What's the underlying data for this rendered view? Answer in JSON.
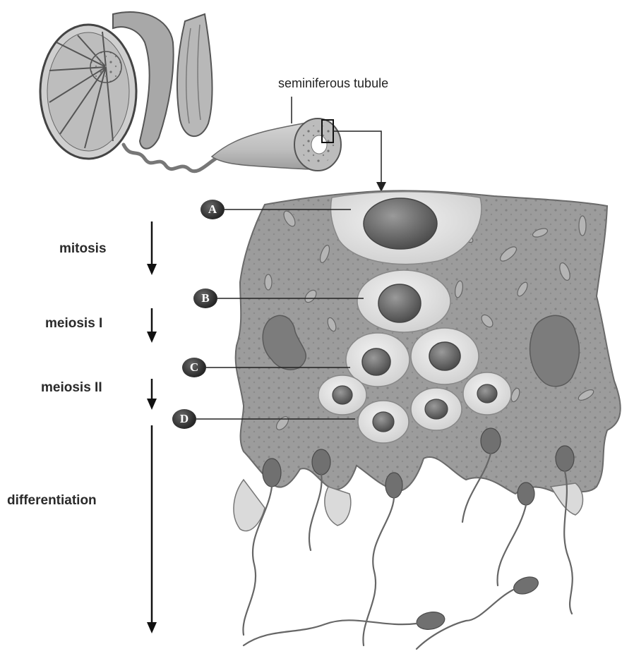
{
  "title_label": "seminiferous tubule",
  "stages": {
    "mitosis": "mitosis",
    "meiosis_1": "meiosis I",
    "meiosis_2": "meiosis II",
    "differentiation": "differentiation"
  },
  "markers": {
    "a": "A",
    "b": "B",
    "c": "C",
    "d": "D"
  },
  "colors": {
    "tissue": "#9a9a9a",
    "tissue_dark": "#7a7a7a",
    "cell_halo": "#e6e6e6",
    "nucleus": "#6e6e6e",
    "line": "#222222"
  }
}
